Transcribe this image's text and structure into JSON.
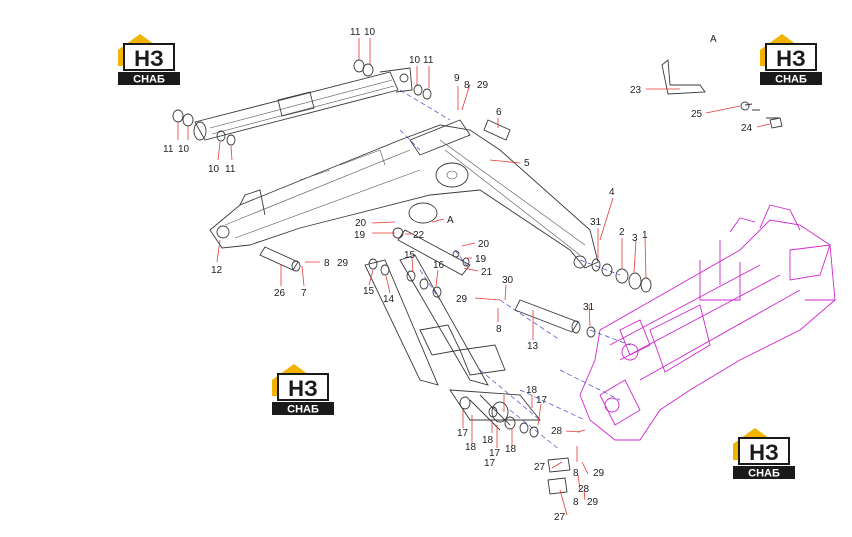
{
  "view_label": "A",
  "logo": {
    "initials": "НЗ",
    "word": "СНАБ",
    "color_dark": "#1a1a1a",
    "color_accent": "#f2b400"
  },
  "colors": {
    "leader": "#e53935",
    "frame": "#d026d0",
    "dashed": "#4a4ac8"
  },
  "parts": [
    {
      "id": "p11a",
      "text": "11"
    },
    {
      "id": "p10a",
      "text": "10"
    },
    {
      "id": "p10b",
      "text": "10"
    },
    {
      "id": "p11b",
      "text": "11"
    },
    {
      "id": "p9",
      "text": "9"
    },
    {
      "id": "p8a",
      "text": "8"
    },
    {
      "id": "p29a",
      "text": "29"
    },
    {
      "id": "p6",
      "text": "6"
    },
    {
      "id": "p5",
      "text": "5"
    },
    {
      "id": "p4",
      "text": "4"
    },
    {
      "id": "p11c",
      "text": "11"
    },
    {
      "id": "p10c",
      "text": "10"
    },
    {
      "id": "p10d",
      "text": "10"
    },
    {
      "id": "p11d",
      "text": "11"
    },
    {
      "id": "p31a",
      "text": "31"
    },
    {
      "id": "p2",
      "text": "2"
    },
    {
      "id": "p3",
      "text": "3"
    },
    {
      "id": "p1",
      "text": "1"
    },
    {
      "id": "p20a",
      "text": "20"
    },
    {
      "id": "p19a",
      "text": "19"
    },
    {
      "id": "pA",
      "text": "A"
    },
    {
      "id": "p22",
      "text": "22"
    },
    {
      "id": "p20b",
      "text": "20"
    },
    {
      "id": "p19b",
      "text": "19"
    },
    {
      "id": "p21",
      "text": "21"
    },
    {
      "id": "p12",
      "text": "12"
    },
    {
      "id": "p8b",
      "text": "8"
    },
    {
      "id": "p29b",
      "text": "29"
    },
    {
      "id": "p26",
      "text": "26"
    },
    {
      "id": "p7",
      "text": "7"
    },
    {
      "id": "p15a",
      "text": "15"
    },
    {
      "id": "p16",
      "text": "16"
    },
    {
      "id": "p15b",
      "text": "15"
    },
    {
      "id": "p14",
      "text": "14"
    },
    {
      "id": "p30",
      "text": "30"
    },
    {
      "id": "p29c",
      "text": "29"
    },
    {
      "id": "p8c",
      "text": "8"
    },
    {
      "id": "p31b",
      "text": "31"
    },
    {
      "id": "p13",
      "text": "13"
    },
    {
      "id": "p18a",
      "text": "18"
    },
    {
      "id": "p17a",
      "text": "17"
    },
    {
      "id": "p17b",
      "text": "17"
    },
    {
      "id": "p18b",
      "text": "18"
    },
    {
      "id": "p18c",
      "text": "18"
    },
    {
      "id": "p17c",
      "text": "17"
    },
    {
      "id": "p18d",
      "text": "18"
    },
    {
      "id": "p17d",
      "text": "17"
    },
    {
      "id": "p28a",
      "text": "28"
    },
    {
      "id": "p27a",
      "text": "27"
    },
    {
      "id": "p8d",
      "text": "8"
    },
    {
      "id": "p29d",
      "text": "29"
    },
    {
      "id": "p28b",
      "text": "28"
    },
    {
      "id": "p8e",
      "text": "8"
    },
    {
      "id": "p29e",
      "text": "29"
    },
    {
      "id": "p27b",
      "text": "27"
    },
    {
      "id": "p23",
      "text": "23"
    },
    {
      "id": "p25",
      "text": "25"
    },
    {
      "id": "p24",
      "text": "24"
    }
  ]
}
